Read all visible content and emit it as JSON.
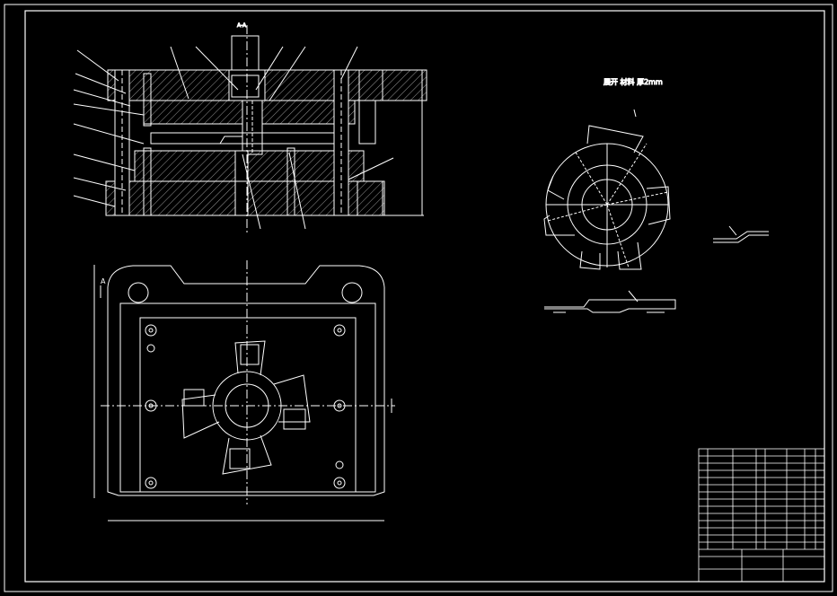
{
  "section_label": "A-A",
  "developed_view_label": "展开 材料 厚2mm",
  "view_a_label": "A",
  "colors": {
    "background": "#000000",
    "line": "#ffffff",
    "text": "#ffffff"
  }
}
